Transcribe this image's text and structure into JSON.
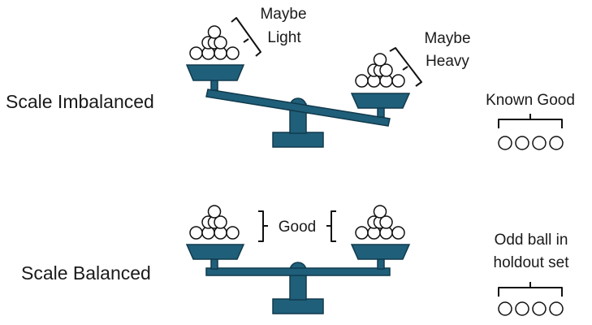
{
  "colors": {
    "scale_fill": "#1f5f7a",
    "scale_stroke": "#113a4c",
    "ball_fill": "#ffffff",
    "ball_stroke": "#111111",
    "bracket": "#111111",
    "text": "#1a1a1a"
  },
  "top": {
    "label": "Scale Imbalanced",
    "left_pan_note": [
      "Maybe",
      "Light"
    ],
    "right_pan_note": [
      "Maybe",
      "Heavy"
    ],
    "side_label": "Known Good",
    "side_ball_count": 4
  },
  "bottom": {
    "label": "Scale Balanced",
    "middle_note": "Good",
    "side_label": [
      "Odd ball in",
      "holdout set"
    ],
    "side_ball_count": 4
  }
}
